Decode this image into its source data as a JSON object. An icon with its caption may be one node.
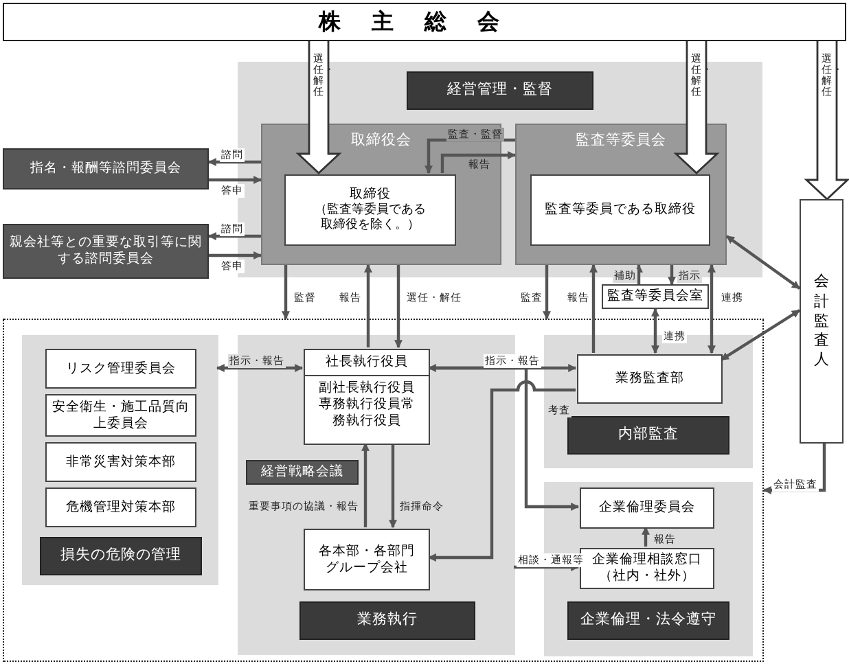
{
  "diagram": {
    "nodes": [
      {
        "text": [
          "株主総会"
        ]
      },
      {
        "text": [],
        "shape": "box"
      },
      {
        "text": [
          "経営管理・監督"
        ],
        "in": 1
      },
      {
        "text": [
          "取締役会"
        ],
        "in": 1
      },
      {
        "text": [
          "取締役",
          "（監査等委員である取締役を除く。）"
        ],
        "in": 3
      },
      {
        "text": [
          "監査等委員会"
        ],
        "in": 1
      },
      {
        "text": [
          "監査等委員である取締役"
        ],
        "in": 5
      },
      {
        "text": [
          "指名・報酬等諮問委員会"
        ]
      },
      {
        "text": [
          "親会社等との重要な取引等に関する諮問委員会"
        ]
      },
      {
        "text": [
          "監査等委員会室"
        ]
      },
      {
        "text": [
          "会計監査人"
        ]
      },
      {
        "text": [],
        "shape": "box"
      },
      {
        "text": [],
        "shape": "box",
        "in": 11
      },
      {
        "text": [
          "リスク管理委員会"
        ],
        "in": 12
      },
      {
        "text": [
          "安全衛生・施工品質向上委員会"
        ],
        "in": 12
      },
      {
        "text": [
          "非常災害対策本部"
        ],
        "in": 12
      },
      {
        "text": [
          "危機管理対策本部"
        ],
        "in": 12
      },
      {
        "text": [
          "損失の危険の管理"
        ],
        "in": 12
      },
      {
        "text": [],
        "shape": "box",
        "in": 11
      },
      {
        "text": [
          "社長執行役員",
          "副社長執行役員専務執行役員常務執行役員"
        ],
        "in": 18
      },
      {
        "text": [
          "経営戦略会議"
        ],
        "in": 18
      },
      {
        "text": [
          "各本部・各部門グループ会社"
        ],
        "in": 18
      },
      {
        "text": [
          "業務執行"
        ],
        "in": 18
      },
      {
        "text": [],
        "shape": "box",
        "in": 11
      },
      {
        "text": [
          "業務監査部"
        ],
        "in": 23
      },
      {
        "text": [
          "内部監査"
        ],
        "in": 23
      },
      {
        "text": [],
        "shape": "box",
        "in": 11
      },
      {
        "text": [
          "企業倫理委員会"
        ],
        "in": 26
      },
      {
        "text": [
          "企業倫理相談窓口（社内・社外）"
        ],
        "in": 26
      },
      {
        "text": [
          "企業倫理・法令遵守"
        ],
        "in": 26
      }
    ],
    "edges": [
      {
        "from": 0,
        "to": 4,
        "arrow": "to",
        "label": "選任・解任",
        "style": "thick"
      },
      {
        "from": 0,
        "to": 6,
        "arrow": "to",
        "label": "選任・解任",
        "style": "thick"
      },
      {
        "from": 0,
        "to": 10,
        "arrow": "to",
        "label": "選任・解任",
        "style": "thick"
      },
      {
        "from": 3,
        "to": 7,
        "arrow": "to",
        "label": "諮問"
      },
      {
        "from": 7,
        "to": 3,
        "arrow": "to",
        "label": "答申"
      },
      {
        "from": 3,
        "to": 8,
        "arrow": "to",
        "label": "諮問"
      },
      {
        "from": 8,
        "to": 3,
        "arrow": "to",
        "label": "答申"
      },
      {
        "from": 5,
        "to": 4,
        "arrow": "to",
        "label": "監査・監督"
      },
      {
        "from": 4,
        "to": 5,
        "arrow": "to",
        "label": "報告"
      },
      {
        "from": 3,
        "to": 11,
        "arrow": "to",
        "label": "監督"
      },
      {
        "from": 19,
        "to": 3,
        "arrow": "to",
        "label": "報告"
      },
      {
        "from": 3,
        "to": 19,
        "arrow": "to",
        "label": "選任・解任"
      },
      {
        "from": 5,
        "to": 11,
        "arrow": "to",
        "label": "監査"
      },
      {
        "from": 24,
        "to": 5,
        "arrow": "to",
        "label": "報告"
      },
      {
        "from": 9,
        "to": 5,
        "arrow": "to",
        "label": "補助"
      },
      {
        "from": 5,
        "to": 9,
        "arrow": "to",
        "label": "指示"
      },
      {
        "from": 9,
        "to": 24,
        "arrow": "both",
        "label": "連携"
      },
      {
        "from": 5,
        "to": 24,
        "arrow": "both",
        "label": "連携"
      },
      {
        "from": 5,
        "to": 10,
        "arrow": "both"
      },
      {
        "from": 24,
        "to": 10,
        "arrow": "both"
      },
      {
        "from": 19,
        "to": 12,
        "arrow": "both",
        "label": "指示・報告"
      },
      {
        "from": 19,
        "to": 24,
        "arrow": "both",
        "label": "指示・報告"
      },
      {
        "from": 24,
        "to": 21,
        "arrow": "to",
        "label": "考査"
      },
      {
        "from": 19,
        "to": 27,
        "arrow": "to"
      },
      {
        "from": 10,
        "to": 11,
        "arrow": "to",
        "label": "会計監査"
      },
      {
        "from": 18,
        "to": 28,
        "arrow": "to",
        "label": "相談・通報等"
      },
      {
        "from": 28,
        "to": 27,
        "arrow": "to",
        "label": "報告"
      },
      {
        "from": 21,
        "to": 19,
        "arrow": "to",
        "label": "重要事項の協議・報告"
      },
      {
        "from": 19,
        "to": 21,
        "arrow": "to",
        "label": "指揮命令"
      }
    ]
  }
}
